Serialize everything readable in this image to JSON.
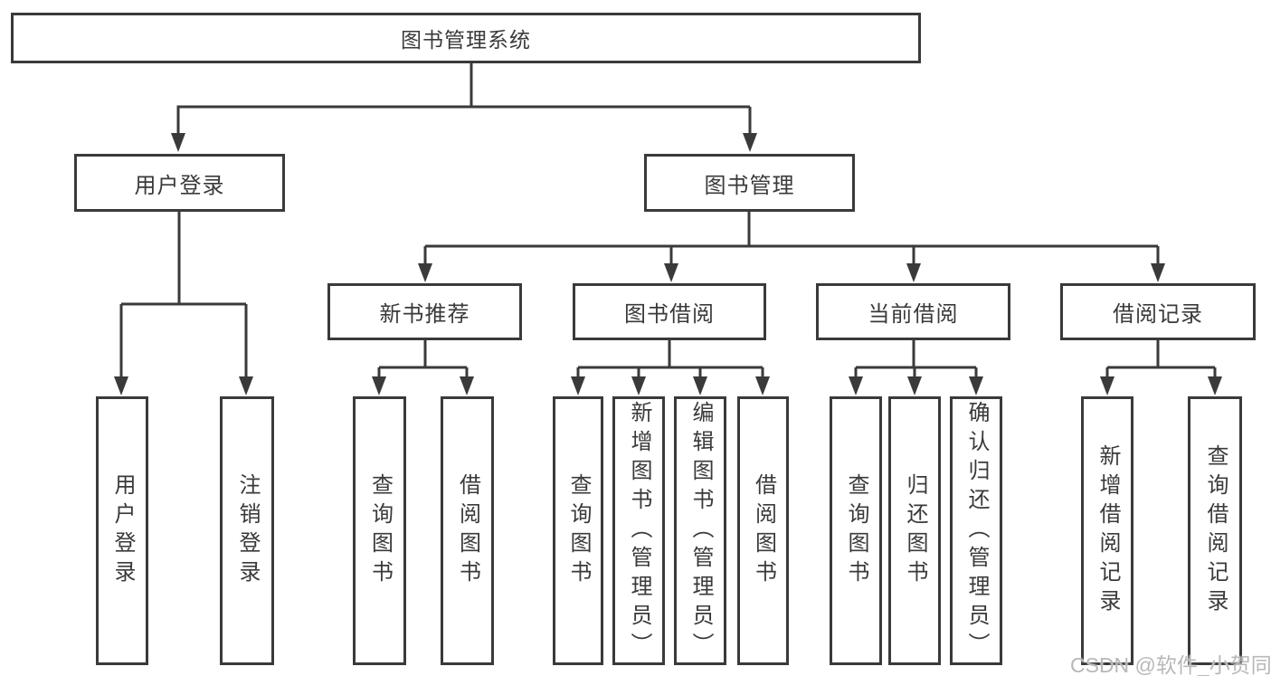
{
  "colors": {
    "line": "#3a3a3a",
    "box_border": "#3a3a3a",
    "text": "#3a3a3a",
    "watermark": "#b8b8b8",
    "background": "#ffffff"
  },
  "watermark": {
    "text": "CSDN @软件_小贺同学"
  },
  "tree": {
    "root": {
      "label": "图书管理系统",
      "children": [
        {
          "label": "用户登录",
          "children": [
            {
              "label": "用户登录"
            },
            {
              "label": "注销登录"
            }
          ]
        },
        {
          "label": "图书管理",
          "children": [
            {
              "label": "新书推荐",
              "children": [
                {
                  "label": "查询图书"
                },
                {
                  "label": "借阅图书"
                }
              ]
            },
            {
              "label": "图书借阅",
              "children": [
                {
                  "label": "查询图书"
                },
                {
                  "label": "新增图书（管理员）"
                },
                {
                  "label": "编辑图书（管理员）"
                },
                {
                  "label": "借阅图书"
                }
              ]
            },
            {
              "label": "当前借阅",
              "children": [
                {
                  "label": "查询图书"
                },
                {
                  "label": "归还图书"
                },
                {
                  "label": "确认归还（管理员）"
                }
              ]
            },
            {
              "label": "借阅记录",
              "children": [
                {
                  "label": "新增借阅记录"
                },
                {
                  "label": "查询借阅记录"
                }
              ]
            }
          ]
        }
      ]
    }
  }
}
